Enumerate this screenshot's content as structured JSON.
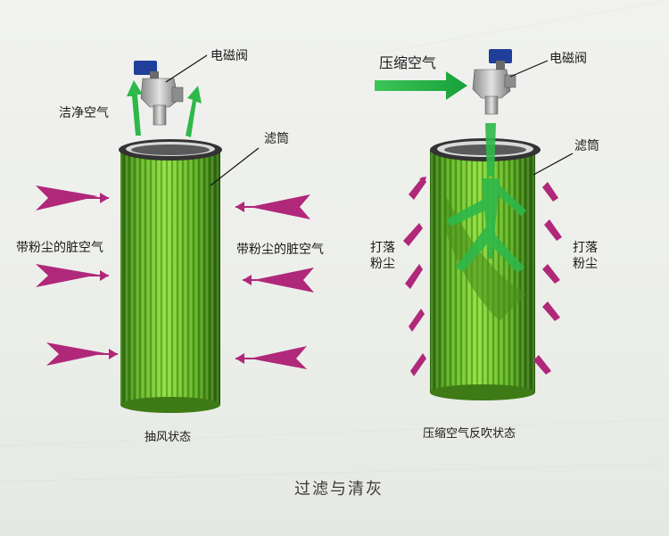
{
  "left": {
    "valve": "电磁阀",
    "clean_air": "洁净空气",
    "filter": "滤筒",
    "dirty_air_left": "带粉尘的脏空气",
    "dirty_air_right": "带粉尘的脏空气",
    "state": "抽风状态"
  },
  "right": {
    "compressed_air": "压缩空气",
    "valve": "电磁阀",
    "filter": "滤筒",
    "dust_left_1": "打落",
    "dust_left_2": "粉尘",
    "dust_right_1": "打落",
    "dust_right_2": "粉尘",
    "state": "压缩空气反吹状态"
  },
  "caption": "过滤与清灰",
  "colors": {
    "filter_green": "#6fd12a",
    "arrow_green": "#2fb84a",
    "dust_magenta": "#b0287a",
    "valve_blue": "#1f3f9a"
  }
}
